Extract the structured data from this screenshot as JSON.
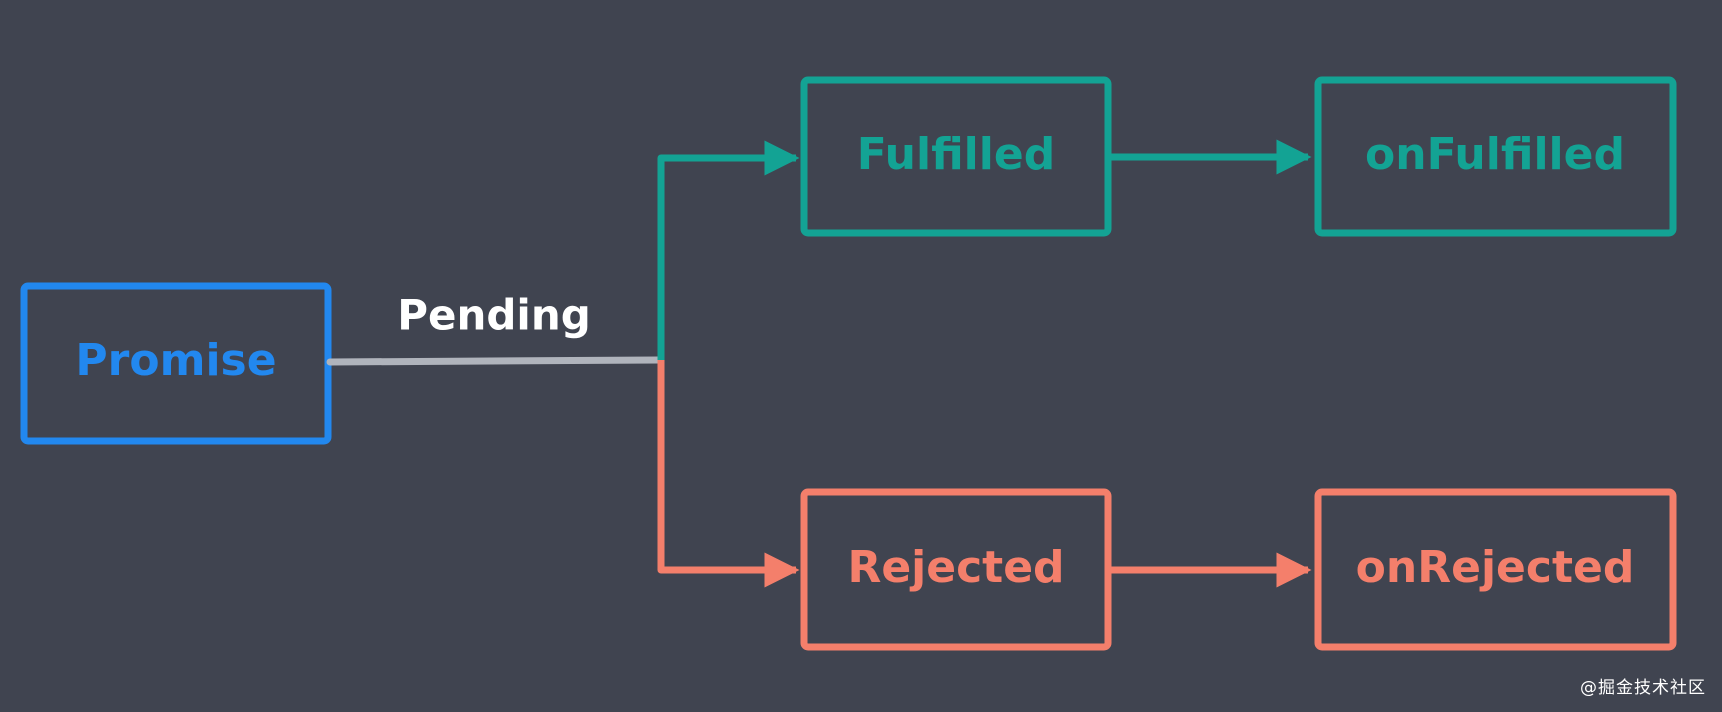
{
  "colors": {
    "background": "#404450",
    "promise": "#2288ef",
    "fulfilled": "#13a394",
    "rejected": "#f47f6b",
    "pending_line": "#b0b4bc",
    "pending_text": "#ffffff"
  },
  "nodes": {
    "promise": "Promise",
    "fulfilled": "Fulfilled",
    "on_fulfilled": "onFulfilled",
    "rejected": "Rejected",
    "on_rejected": "onRejected"
  },
  "edges": {
    "pending_label": "Pending"
  },
  "watermark": "@掘金技术社区"
}
